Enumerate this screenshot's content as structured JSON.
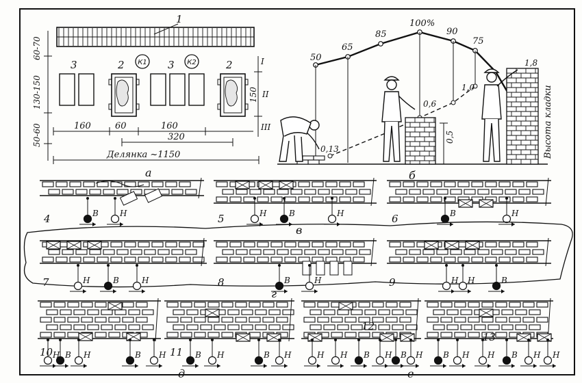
{
  "panel_a": {
    "letter": "а",
    "callout_1": "1",
    "zone_numbers": [
      "3",
      "2",
      "3",
      "2"
    ],
    "containers": [
      "К1",
      "К2"
    ],
    "left_dims": [
      "60-70",
      "130-150",
      "50-60"
    ],
    "right_dims": [
      "I",
      "II",
      "III"
    ],
    "right_height": "150",
    "widths": [
      "160",
      "60",
      "160"
    ],
    "span": "320",
    "total": "Делянка ~1150"
  },
  "panel_b": {
    "letter": "б",
    "percents": [
      "50",
      "65",
      "85",
      "100%",
      "90",
      "75"
    ],
    "heights": [
      "0,13",
      "0,6",
      "1,0",
      "1,8"
    ],
    "dim": "0,5",
    "axis_label": "Высота кладки"
  },
  "scheme_numbers": [
    "4",
    "5",
    "6",
    "7",
    "8",
    "9",
    "10",
    "11",
    "12",
    "13"
  ],
  "group_letters": [
    "в",
    "г",
    "д",
    "е"
  ],
  "worker_labels": {
    "v": "В",
    "n": "Н"
  }
}
